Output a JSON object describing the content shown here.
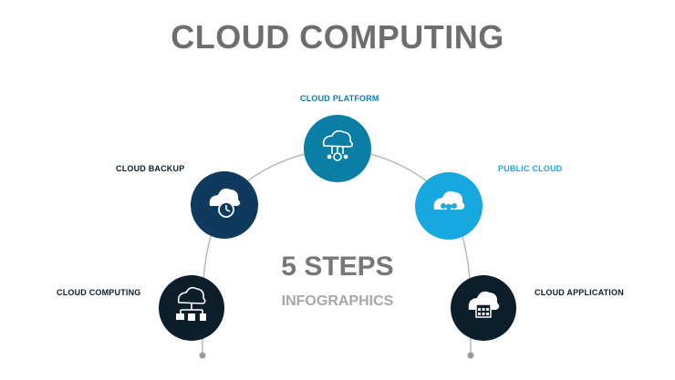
{
  "title": "CLOUD COMPUTING",
  "center": {
    "heading": "5 STEPS",
    "subheading": "INFOGRAPHICS"
  },
  "steps": [
    {
      "label": "CLOUD COMPUTING",
      "icon": "cloud-devices-icon",
      "color": "#0d1e2b",
      "label_color": "#0d1e2b"
    },
    {
      "label": "CLOUD BACKUP",
      "icon": "cloud-backup-icon",
      "color": "#0f3a5e",
      "label_color": "#0d1e2b"
    },
    {
      "label": "CLOUD PLATFORM",
      "icon": "cloud-network-icon",
      "color": "#0b7ea6",
      "label_color": "#0b7ea6"
    },
    {
      "label": "PUBLIC CLOUD",
      "icon": "cloud-users-icon",
      "color": "#18a8e0",
      "label_color": "#18a8e0"
    },
    {
      "label": "CLOUD APPLICATION",
      "icon": "cloud-grid-icon",
      "color": "#0d1e2b",
      "label_color": "#0d1e2b"
    }
  ],
  "colors": {
    "title": "#6e6e6e",
    "arc": "#b8b8b8"
  }
}
